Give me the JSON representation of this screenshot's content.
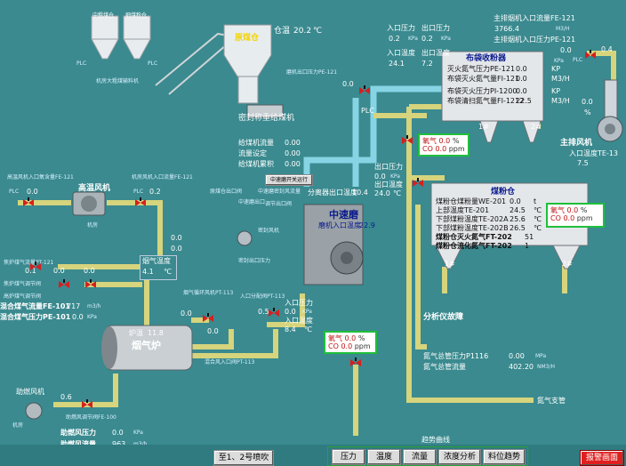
{
  "top": {
    "silo1_label": "中粗煤仓",
    "silo2_label": "细煤粉仓",
    "plc1": "PLC",
    "plc2": "PLC",
    "conveyor_label": "机房大粗煤输料机",
    "bin_label": "原煤仓",
    "bin_level_prefix": "仓温",
    "bin_level": "20.2",
    "bin_level_unit": "℃",
    "feeder_title": "密封称重给煤机",
    "feeder_rows": [
      {
        "label": "给煤机流量",
        "value": "0.00"
      },
      {
        "label": "流量设定",
        "value": "0.00"
      },
      {
        "label": "给煤机累积",
        "value": "0.00"
      }
    ]
  },
  "bag_filter": {
    "title": "布袋收粉器",
    "inlet_pressure_label": "入口压力",
    "outlet_pressure_label": "出口压力",
    "inlet_pressure": "0.2",
    "outlet_pressure": "0.2",
    "kpa1": "KPa",
    "kpa2": "KPa",
    "inlet_temp_label": "入口温度",
    "outlet_temp_label": "出口温度",
    "inlet_temp": "24.1",
    "outlet_temp": "7.2",
    "rows": [
      {
        "label": "灭火氮气压力PE-121",
        "value": "0.0",
        "unit": "KP"
      },
      {
        "label": "布袋灭火氮气量FI-121",
        "value": "0.0",
        "unit": "M3/H"
      },
      {
        "label": "布袋灭火压力PI-1200",
        "value": "0.0",
        "unit": "KP"
      },
      {
        "label": "布袋清扫氮气量FI-1212",
        "value": "22.5",
        "unit": "M3/H"
      }
    ],
    "hopper1": "1#",
    "hopper2": "2#"
  },
  "exhaust": {
    "flow_label": "主排烟机入口流量FE-121",
    "flow_value": "3766.4",
    "flow_unit": "M3/H",
    "press_label": "主排烟机入口压力PE-121",
    "press_value": "0.0",
    "press_unit": "KPa",
    "fan_pressure": "0.4",
    "fan_plc": "PLC",
    "mid_value": "0.0",
    "mid_unit": "%",
    "fan_title": "主排风机",
    "inlet_temp_label": "入口温度TE-13",
    "inlet_temp": "7.5"
  },
  "powder_bin": {
    "title": "煤粉仓",
    "rows": [
      {
        "label": "煤粉仓煤粉量WE-201",
        "value": "0.0",
        "unit": "t"
      },
      {
        "label": "上部温度TE-201",
        "value": "24.5",
        "unit": "℃"
      },
      {
        "label": "下部煤粉温度TE-202A",
        "value": "25.6",
        "unit": "℃"
      },
      {
        "label": "下部煤粉温度TE-202B",
        "value": "26.5",
        "unit": "℃"
      },
      {
        "label": "煤粉仓灭火氮气FT-202",
        "value": "51",
        "unit": ""
      },
      {
        "label": "煤粉仓流化氮气FT-202",
        "value": "1",
        "unit": ""
      }
    ],
    "gas_o2_label": "氧气",
    "gas_o2": "0.0",
    "gas_o2_unit": "%",
    "gas_co_label": "CO",
    "gas_co": "0.0",
    "gas_co_unit": "ppm",
    "hopper1": "1#",
    "hopper2": "2#"
  },
  "mill": {
    "title": "中速磨",
    "inlet_label": "磨机入口温度",
    "inlet_value": "22.9",
    "outlet_temp_label": "分离器出口温度",
    "outlet_temp": "10.4",
    "outlet_pressure_label": "出口压力",
    "outlet_pressure": "0.0",
    "kpa": "KPa",
    "outlet_temp2_label": "出口温度",
    "outlet_temp2": "24.0",
    "deg": "℃",
    "inlet_press_label": "入口压力",
    "inlet_press": "0.0",
    "inlet_press_unit": "KPa",
    "inlet_temp_label": "入口温度",
    "inlet_temp_value": "8.4",
    "inlet_temp_unit": "℃",
    "sealed_fan": "密封风机",
    "sealed_outlet": "密封出口压力",
    "sealed_flow": "中速磨密封风流量",
    "mid_label1": "中速磨出口",
    "mid_label2": "磨机出口压力PE-121",
    "mid_label3": "原煤仓出口阀",
    "mid_valve_text": "中速磨开关运行",
    "mill_valve": "调节出口阀",
    "plc": "PLC",
    "valve_val": "0.0"
  },
  "mill_gas": {
    "o2_label": "氧气",
    "o2": "0.0",
    "o2_unit": "%",
    "co_label": "CO",
    "co": "0.0",
    "co_unit": "ppm"
  },
  "bag_gas": {
    "o2_label": "氧气",
    "o2": "0.0",
    "o2_unit": "%",
    "co_label": "CO",
    "co": "0.0",
    "co_unit": "ppm"
  },
  "left": {
    "hot_fan_label": "高温风机",
    "hot_fan_sub": "机房",
    "plc_a": "PLC",
    "plc_a_val": "0.0",
    "plc_b": "PLC",
    "plc_b_val": "0.2",
    "top_line1": "高温风机入口氧含量FE-121",
    "top_line2": "机房风机入口流量FE-121",
    "flue_temp_title": "烟气温度",
    "flue_temp_value": "4.1",
    "flue_temp_unit": "℃",
    "v1": "0.0",
    "v2": "0.0",
    "gas_flow_label": "混合煤气流量FE-101",
    "gas_flow": "717",
    "gas_flow_unit": "m3/h",
    "gas_press_label": "混合煤气压力PE-101",
    "gas_press": "0.0",
    "gas_press_unit": "KPa",
    "lines": [
      "焦炉煤气流量PT-121",
      "焦炉煤气调节阀",
      "高炉煤气调节阀"
    ],
    "vals": [
      "0.1",
      "0.0",
      "0.0"
    ],
    "furnace_title": "烟气炉",
    "furnace_temp_label": "炉温",
    "furnace_temp": "11.8",
    "furnace_inlet_label": "混合风入口阀PT-113",
    "furnace_val1": "0.0",
    "furnace_val2": "0.5",
    "furnace_val3": "0.0",
    "furnace_text1": "烟气循环风机PT-113",
    "furnace_text2": "入口分配阀PT-113",
    "small_fan_label": "助燃风机",
    "small_fan_sub": "机房",
    "combustion_val": "0.6",
    "combustion_press_label": "助燃风压力",
    "combustion_press": "0.0",
    "combustion_press_unit": "KPa",
    "combustion_flow_label": "助燃风流量",
    "combustion_flow": "963",
    "combustion_flow_unit": "m3/h",
    "combustion_valve_label": "助燃风调节阀FE-100"
  },
  "right_bottom": {
    "fault_label": "分析仪故障",
    "n2_press_label": "氮气总管压力P1116",
    "n2_press": "0.00",
    "n2_press_unit": "MPa",
    "n2_flow_label": "氮气总管流量",
    "n2_flow": "402.20",
    "n2_flow_unit": "NM3/H",
    "n2_branch_label": "氮气支管"
  },
  "footer": {
    "btn_mill": "至1、2号喷吹",
    "trend_title": "趋势曲线",
    "tabs": [
      "压力",
      "温度",
      "流量",
      "浓度分析",
      "料位趋势"
    ],
    "alarm_btn": "报警画面"
  }
}
